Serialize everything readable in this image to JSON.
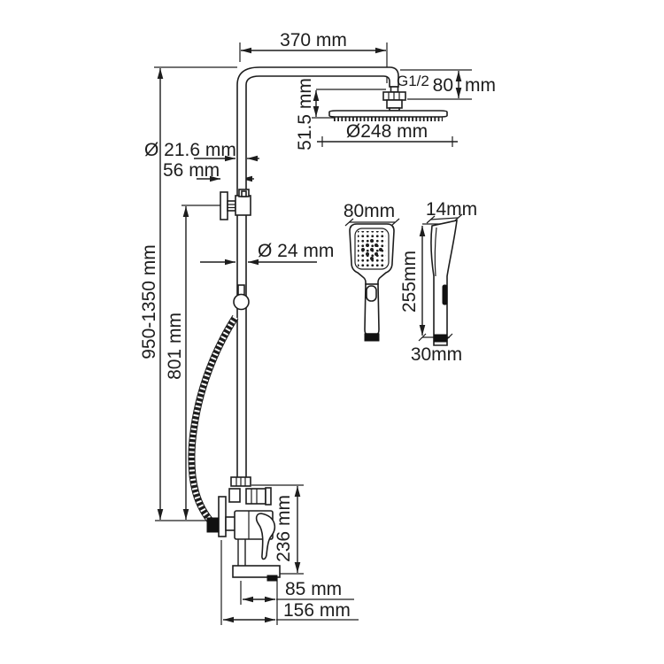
{
  "drawing": {
    "colors": {
      "line": "#1d1d1d",
      "background": "#ffffff"
    },
    "dimensions": {
      "arm_length": "370 mm",
      "thread_type": "G1/2",
      "head_offset_value": "80",
      "head_offset_unit": "mm",
      "head_drop": "51.5 mm",
      "head_diameter": "Ø248 mm",
      "upper_pipe_diameter": "Ø 21.6 mm",
      "wall_clearance": "56 mm",
      "lower_pipe_diameter": "Ø 24 mm",
      "column_height_range": "950-1350 mm",
      "column_lower_height": "801 mm",
      "mixer_height": "236 mm",
      "spout_reach": "85 mm",
      "total_reach": "156 mm",
      "handshower_width": "80mm",
      "handshower_thickness": "14mm",
      "handshower_length": "255mm",
      "handshower_depth": "30mm"
    }
  }
}
